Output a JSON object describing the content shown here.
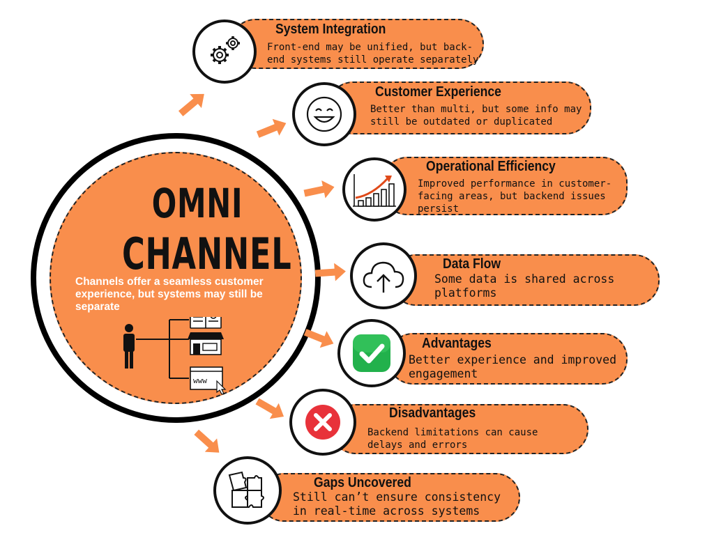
{
  "hub": {
    "title_line1": "OMNI",
    "title_line2": "CHANNEL",
    "description": "Channels offer a seamless customer experience, but systems may still be separate",
    "diagram_web_label": "www"
  },
  "items": [
    {
      "title": "System Integration",
      "description": "Front-end may be unified, but back-end systems still operate separately",
      "icon": "gears-icon"
    },
    {
      "title": "Customer Experience",
      "description": "Better than multi, but some info may still be outdated or duplicated",
      "icon": "smiley-icon"
    },
    {
      "title": "Operational Efficiency",
      "description": "Improved performance in customer-facing areas, but backend issues persist",
      "icon": "growth-chart-icon"
    },
    {
      "title": "Data Flow",
      "description": "Some data is shared across platforms",
      "icon": "cloud-upload-icon"
    },
    {
      "title": "Advantages",
      "description": "Better experience and improved engagement",
      "icon": "check-icon"
    },
    {
      "title": "Disadvantages",
      "description": "Backend limitations can cause delays and errors",
      "icon": "x-icon"
    },
    {
      "title": "Gaps Uncovered",
      "description": "Still can’t ensure consistency in real-time across systems",
      "icon": "puzzle-icon"
    }
  ],
  "colors": {
    "accent": "#f98e4c",
    "text": "#111111",
    "hub_text": "#ffffff",
    "check": "#22b14c",
    "cross": "#e8323a"
  }
}
